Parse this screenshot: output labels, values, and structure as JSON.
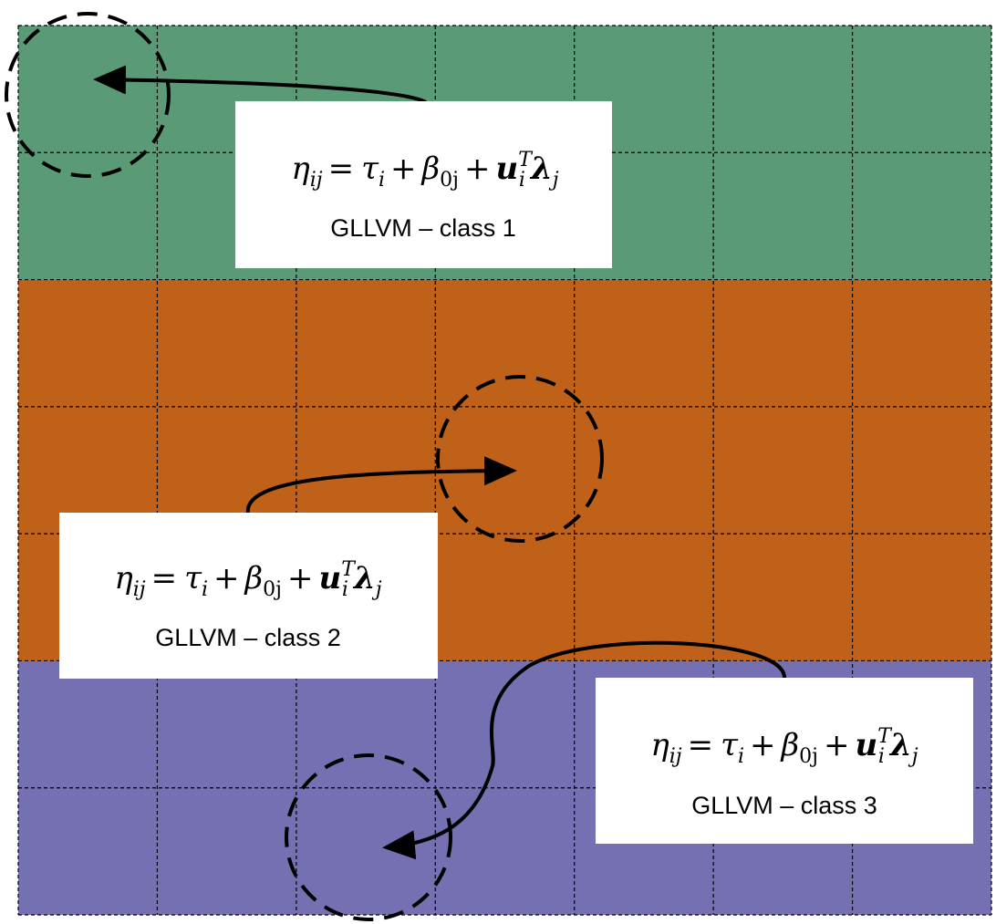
{
  "grid": {
    "columns": 7,
    "rows": 7,
    "class_rows": [
      2,
      3,
      2
    ]
  },
  "classes": [
    {
      "color": "#5a9a76",
      "equation": {
        "lhs": "η",
        "lhs_sub": "ij",
        "tau": "τ",
        "tau_sub": "i",
        "beta": "β",
        "beta_sub": "0j",
        "u": "u",
        "u_sub": "i",
        "u_sup": "T",
        "lambda": "λ",
        "lambda_sub": "j",
        "eq_sign": "=",
        "plus": "+"
      },
      "label": "GLLVM – class 1"
    },
    {
      "color": "#bf6118",
      "equation": {
        "lhs": "η",
        "lhs_sub": "ij",
        "tau": "τ",
        "tau_sub": "i",
        "beta": "β",
        "beta_sub": "0j",
        "u": "u",
        "u_sub": "i",
        "u_sup": "T",
        "lambda": "λ",
        "lambda_sub": "j",
        "eq_sign": "=",
        "plus": "+"
      },
      "label": "GLLVM – class 2"
    },
    {
      "color": "#7470b2",
      "equation": {
        "lhs": "η",
        "lhs_sub": "ij",
        "tau": "τ",
        "tau_sub": "i",
        "beta": "β",
        "beta_sub": "0j",
        "u": "u",
        "u_sub": "i",
        "u_sup": "T",
        "lambda": "λ",
        "lambda_sub": "j",
        "eq_sign": "=",
        "plus": "+"
      },
      "label": "GLLVM – class 3"
    }
  ]
}
